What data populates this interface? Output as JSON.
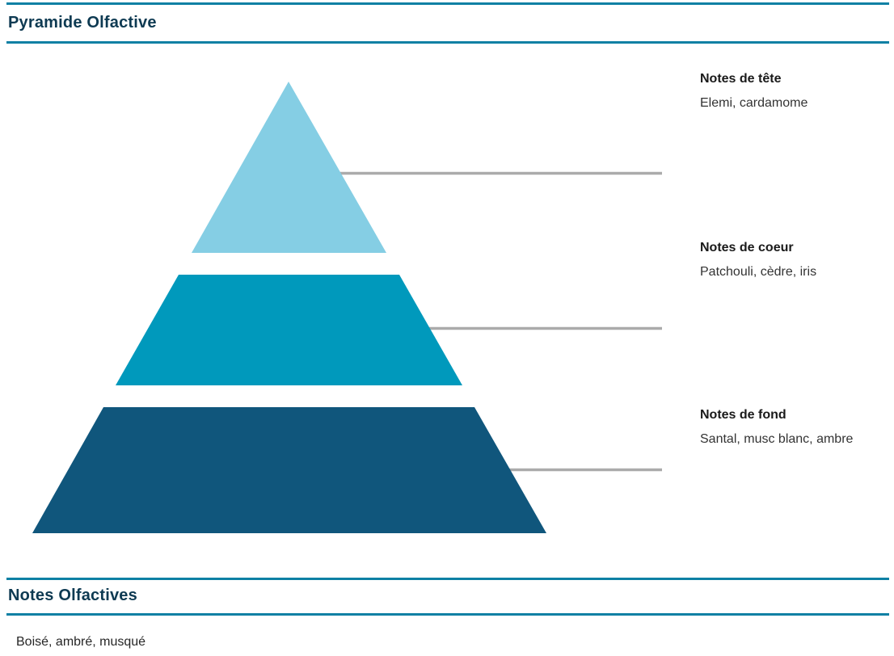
{
  "theme": {
    "accent_rule_color": "#0E80A4",
    "title_text_color": "#0E3A52",
    "connector_color": "#ABABAB",
    "heading_text_color": "#1A1A1A",
    "body_text_color": "#333333"
  },
  "header": {
    "title": "Pyramide Olfactive"
  },
  "pyramid": {
    "tiers": [
      {
        "id": "tete",
        "color": "#85CEE4",
        "label": "Notes de tête",
        "notes": "Elemi, cardamome"
      },
      {
        "id": "coeur",
        "color": "#0099BC",
        "label": "Notes de coeur",
        "notes": "Patchouli, cèdre, iris"
      },
      {
        "id": "fond",
        "color": "#10567C",
        "label": "Notes de fond",
        "notes": "Santal, musc blanc, ambre"
      }
    ]
  },
  "notes_section": {
    "title": "Notes Olfactives",
    "content": "Boisé, ambré, musqué"
  }
}
